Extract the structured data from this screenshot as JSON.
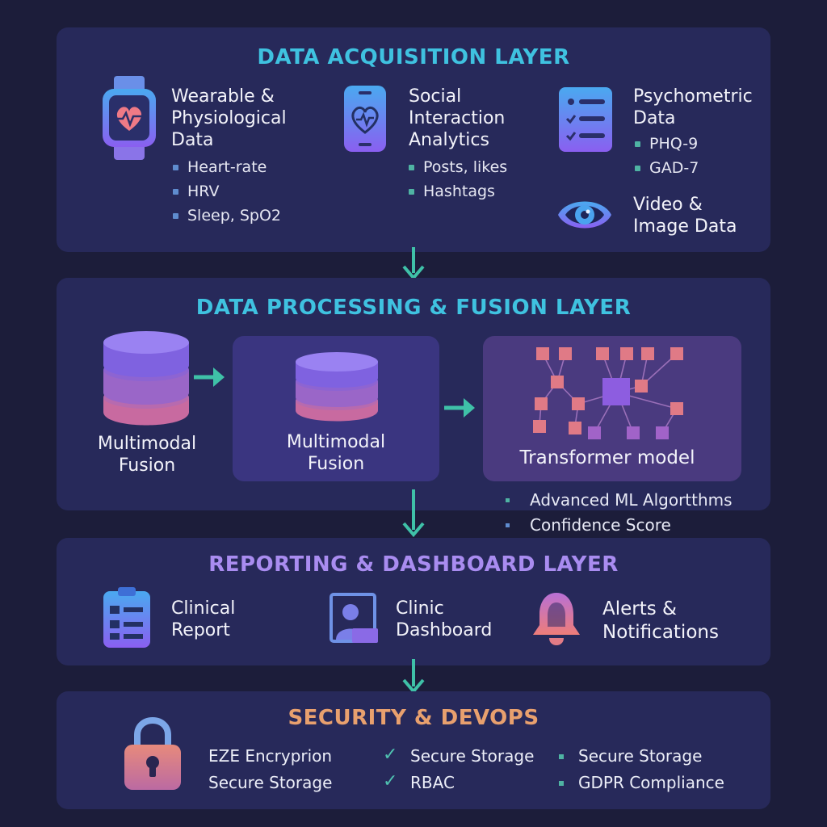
{
  "colors": {
    "background": "#1c1d3a",
    "panel": "#27295a",
    "acquisition_title": "#3fc2e0",
    "processing_title": "#3fc2e0",
    "reporting_title": "#a98cf0",
    "security_title": "#e8a06e",
    "arrow": "#3fc1a8"
  },
  "acquisition": {
    "title": "DATA ACQUISITION LAYER",
    "wearable": {
      "icon": "smartwatch-heart-icon",
      "label_lines": [
        "Wearable &",
        "Physiological",
        "Data"
      ],
      "bullets": [
        "Heart-rate",
        "HRV",
        "Sleep, SpO2"
      ]
    },
    "social": {
      "icon": "phone-heart-icon",
      "label_lines": [
        "Social",
        "Interaction",
        "Analytics"
      ],
      "bullets": [
        "Posts, likes",
        "Hashtags"
      ]
    },
    "psychometric": {
      "icon": "checklist-icon",
      "label_lines": [
        "Psychometric",
        "Data"
      ],
      "bullets": [
        "PHQ-9",
        "GAD-7"
      ]
    },
    "video": {
      "icon": "eye-icon",
      "label_lines": [
        "Video &",
        "Image Data"
      ]
    }
  },
  "processing": {
    "title": "DATA PROCESSING & FUSION LAYER",
    "fusion_left": {
      "icon": "database-icon",
      "label_lines": [
        "Multimodal",
        "Fusion"
      ]
    },
    "fusion_mid": {
      "icon": "database-icon",
      "label_lines": [
        "Multimodal",
        "Fusion"
      ]
    },
    "transformer": {
      "icon": "network-graph-icon",
      "label": "Transformer model"
    },
    "notes": [
      "Advanced ML Algortthms",
      "Confidence Score"
    ]
  },
  "reporting": {
    "title": "REPORTING & DASHBOARD LAYER",
    "items": [
      {
        "icon": "clipboard-report-icon",
        "label_lines": [
          "Clinical",
          "Report"
        ]
      },
      {
        "icon": "user-dashboard-icon",
        "label_lines": [
          "Clinic",
          "Dashboard"
        ]
      },
      {
        "icon": "bell-alert-icon",
        "label_lines": [
          "Alerts &",
          "Notifications"
        ]
      }
    ]
  },
  "security": {
    "title": "SECURITY & DEVOPS",
    "icon": "padlock-icon",
    "col1": [
      "EZE Encryprion",
      "Secure Storage"
    ],
    "col2": [
      "Secure Storage",
      "RBAC"
    ],
    "col3": [
      "Secure Storage",
      "GDPR Compliance"
    ]
  }
}
